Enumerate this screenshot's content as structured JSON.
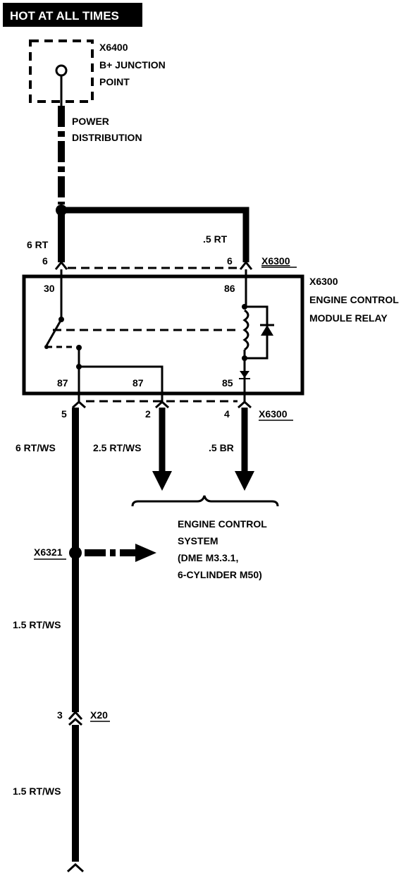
{
  "header": {
    "title": "HOT AT ALL TIMES"
  },
  "junction": {
    "id": "X6400",
    "desc_line1": "B+ JUNCTION",
    "desc_line2": "POINT"
  },
  "power_distribution": {
    "line1": "POWER",
    "line2": "DISTRIBUTION"
  },
  "wires": {
    "left_top": "6 RT",
    "right_top": ".5 RT",
    "out_87_left": "6 RT/WS",
    "out_87_mid": "2.5 RT/WS",
    "out_85": ".5 BR",
    "after_splice": "1.5 RT/WS",
    "bottom": "1.5 RT/WS"
  },
  "connector_top": {
    "id": "X6300",
    "pin_left": "6",
    "pin_right": "6"
  },
  "relay": {
    "id": "X6300",
    "name_line1": "ENGINE CONTROL",
    "name_line2": "MODULE RELAY",
    "pin_30": "30",
    "pin_86": "86",
    "pin_87a": "87",
    "pin_87b": "87",
    "pin_85": "85"
  },
  "connector_bottom": {
    "id": "X6300",
    "pin_1": "5",
    "pin_2": "2",
    "pin_3": "4"
  },
  "ecs": {
    "line1": "ENGINE CONTROL",
    "line2": "SYSTEM",
    "line3": "(DME M3.3.1,",
    "line4": "6-CYLINDER M50)"
  },
  "splice": {
    "id": "X6321"
  },
  "connector_x20": {
    "id": "X20",
    "pin": "3"
  }
}
